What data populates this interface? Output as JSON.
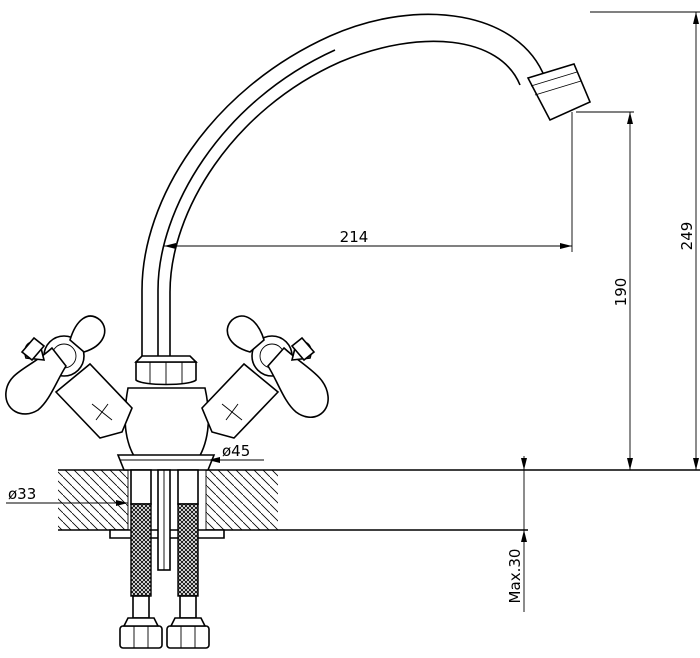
{
  "diagram": {
    "dimensions": {
      "spout_reach": "214",
      "total_height": "249",
      "spout_height": "190",
      "base_diameter": "ø45",
      "hole_diameter": "ø33",
      "max_counter_thickness": "Max.30"
    },
    "colors": {
      "line": "#000000",
      "background": "#ffffff"
    }
  }
}
